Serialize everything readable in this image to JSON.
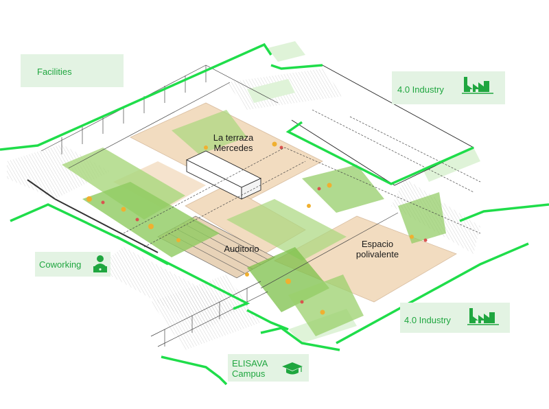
{
  "labels": {
    "facilities": "Facilities",
    "industry_top": "4.0 Industry",
    "industry_bottom": "4.0 Industry",
    "coworking": "Coworking",
    "elisava_line1": "ELISAVA",
    "elisava_line2": "Campus"
  },
  "zones": {
    "terraza_line1": "La terraza",
    "terraza_line2": "Mercedes",
    "auditorio": "Auditorio",
    "espacio_line1": "Espacio",
    "espacio_line2": "polivalente"
  },
  "icons": [
    "factory-icon",
    "factory-icon",
    "worker-desk-icon",
    "graduation-cap-icon"
  ],
  "colors": {
    "accent_green": "#1fdd4a",
    "label_green": "#1fa63f",
    "label_bg": "#e3f3e3",
    "paving": "#f2dcc0",
    "vegetation": "#7cc04a",
    "flower": "#f0b030"
  }
}
